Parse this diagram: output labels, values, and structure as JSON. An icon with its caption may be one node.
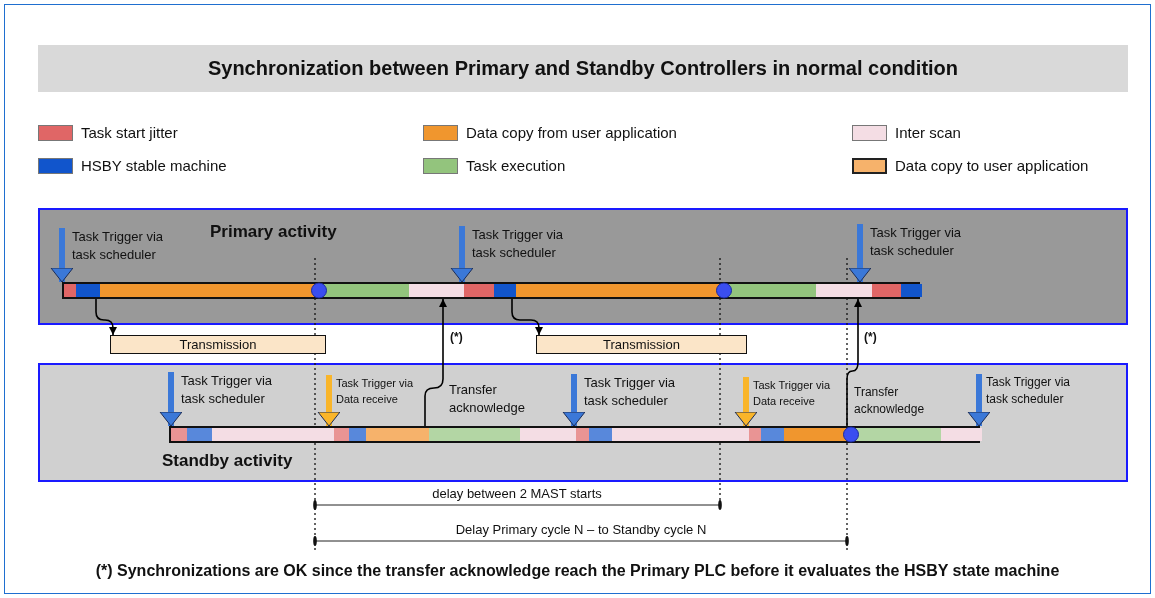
{
  "diagram": {
    "title": "Synchronization between Primary and Standby Controllers in normal condition",
    "caption": "(*) Synchronizations are OK since the transfer acknowledge reach the Primary PLC before it evaluates the HSBY state machine",
    "nodes": [
      {
        "text": [
          "Primary activity"
        ]
      },
      {
        "text": [],
        "shape": "bar",
        "in": 0
      },
      {
        "text": [
          "Task Trigger via task scheduler"
        ],
        "in": 0
      },
      {
        "text": [
          "Task Trigger via task scheduler"
        ],
        "in": 0
      },
      {
        "text": [
          "Task Trigger via task scheduler"
        ],
        "in": 0
      },
      {
        "text": [
          "Transmission"
        ]
      },
      {
        "text": [
          "Transmission"
        ]
      },
      {
        "text": [
          "Standby activity"
        ]
      },
      {
        "text": [],
        "shape": "bar",
        "in": 7
      },
      {
        "text": [
          "Task Trigger via task scheduler"
        ],
        "in": 7
      },
      {
        "text": [
          "Task Trigger via Data receive"
        ],
        "in": 7
      },
      {
        "text": [
          "Transfer acknowledge"
        ],
        "in": 7
      },
      {
        "text": [
          "Task Trigger via task scheduler"
        ],
        "in": 7
      },
      {
        "text": [
          "Task Trigger via Data receive"
        ],
        "in": 7
      },
      {
        "text": [
          "Transfer acknowledge"
        ],
        "in": 7
      },
      {
        "text": [
          "Task Trigger via task scheduler"
        ],
        "in": 7
      }
    ],
    "edges": [
      {
        "from": 2,
        "to": 1,
        "arrow": "to"
      },
      {
        "from": 3,
        "to": 1,
        "arrow": "to"
      },
      {
        "from": 4,
        "to": 1,
        "arrow": "to"
      },
      {
        "from": 1,
        "to": 5,
        "arrow": "to",
        "color": "#000000"
      },
      {
        "from": 1,
        "to": 6,
        "arrow": "to",
        "color": "#000000"
      },
      {
        "from": 9,
        "to": 8,
        "arrow": "to"
      },
      {
        "from": 10,
        "to": 8,
        "arrow": "to",
        "color": "#f9b52a"
      },
      {
        "from": 12,
        "to": 8,
        "arrow": "to"
      },
      {
        "from": 13,
        "to": 8,
        "arrow": "to",
        "color": "#f9b52a"
      },
      {
        "from": 15,
        "to": 8,
        "arrow": "to"
      },
      {
        "from": 8,
        "to": 1,
        "arrow": "to",
        "label": "(*)",
        "color": "#000000"
      },
      {
        "from": 8,
        "to": 1,
        "arrow": "to",
        "label": "(*)",
        "color": "#000000"
      }
    ],
    "labels": [
      "delay between 2 MAST starts",
      "Delay Primary cycle N – to Standby cycle N"
    ],
    "legend": [
      {
        "text": "Task start jitter",
        "color": "#e06666"
      },
      {
        "text": "Data copy from user application",
        "color": "#f0962e"
      },
      {
        "text": "Inter scan",
        "color": "#f4dde4"
      },
      {
        "text": "HSBY stable machine",
        "color": "#1155cc"
      },
      {
        "text": "Task execution",
        "color": "#93c47d"
      },
      {
        "text": "Data copy to user application",
        "color": "#f6b26b"
      }
    ]
  }
}
